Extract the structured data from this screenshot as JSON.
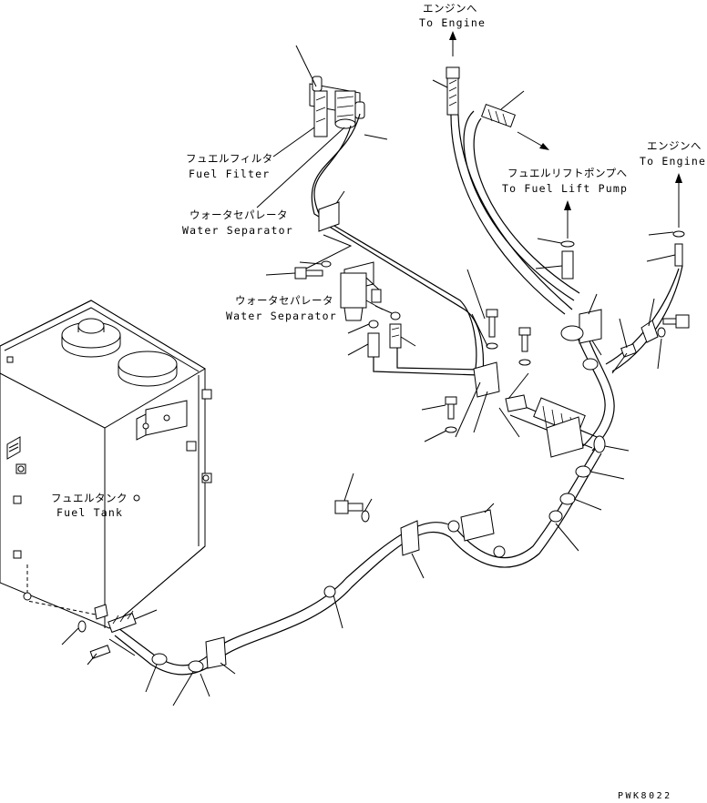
{
  "labels": {
    "to_engine_top": {
      "ja": "エンジンへ",
      "en": "To Engine"
    },
    "to_engine_right": {
      "ja": "エンジンへ",
      "en": "To Engine"
    },
    "fuel_lift_pump": {
      "ja": "フュエルリフトポンプへ",
      "en": "To Fuel Lift Pump"
    },
    "fuel_filter": {
      "ja": "フュエルフィルタ",
      "en": "Fuel Filter"
    },
    "water_separator_1": {
      "ja": "ウォータセパレータ",
      "en": "Water Separator"
    },
    "water_separator_2": {
      "ja": "ウォータセパレータ",
      "en": "Water Separator"
    },
    "fuel_tank": {
      "ja": "フュエルタンク",
      "en": "Fuel Tank"
    }
  },
  "drawing_code": "PWK8022"
}
